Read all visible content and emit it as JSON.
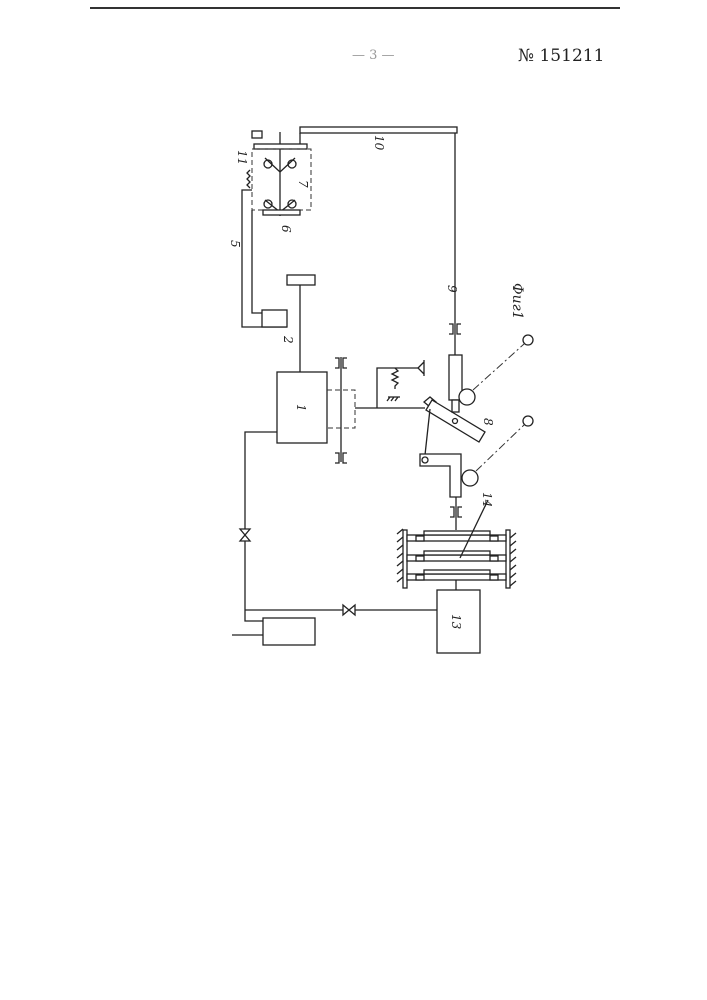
{
  "header": {
    "page_number": "— 3 —",
    "patent_number": "№ 151211"
  },
  "figure": {
    "caption": "Фиг1",
    "labels": {
      "l1": "1",
      "l2": "2",
      "l5": "5",
      "l6": "6",
      "l7": "7",
      "l8": "8",
      "l9": "9",
      "l10": "10",
      "l11": "11",
      "l13": "13",
      "l14": "14"
    }
  }
}
